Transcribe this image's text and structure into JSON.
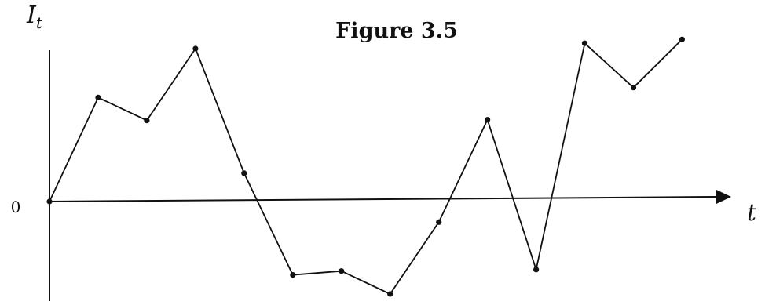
{
  "chart_data": {
    "type": "line",
    "title": "Figure 3.5",
    "ylabel": {
      "base": "I",
      "sub": "t"
    },
    "xlabel": "t",
    "ytick_label": "0",
    "x": [
      0,
      1,
      2,
      3,
      4,
      5,
      6,
      7,
      8,
      9,
      10,
      11,
      12,
      13
    ],
    "y": [
      0,
      1.36,
      1.06,
      2.0,
      0.37,
      -0.96,
      -0.91,
      -1.21,
      -0.27,
      1.07,
      -0.89,
      2.07,
      1.49,
      2.12
    ],
    "xlim": [
      0,
      13.8
    ],
    "ylim": [
      -1.25,
      2.35
    ],
    "grid": false,
    "legend": false,
    "colors": {
      "line": "#111111",
      "axis": "#111111"
    }
  }
}
